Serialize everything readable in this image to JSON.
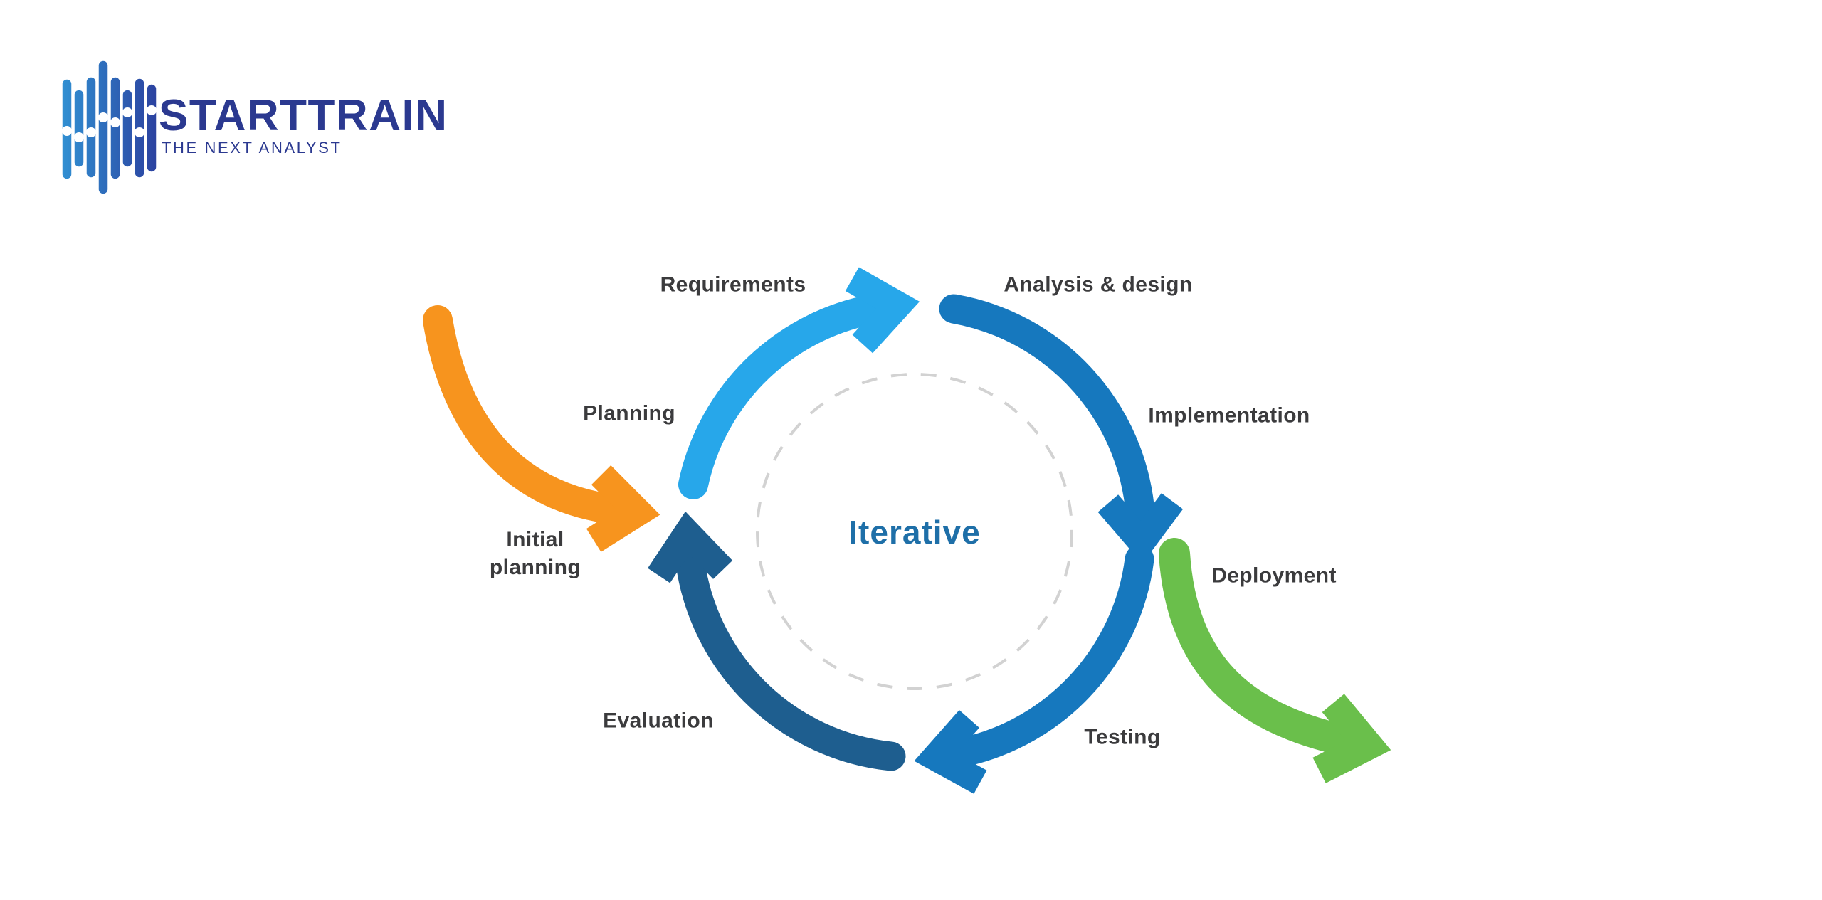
{
  "logo": {
    "brand": "STARTTRAIN",
    "tagline": "THE NEXT ANALYST"
  },
  "diagram": {
    "center_label": "Iterative",
    "stages": [
      {
        "label": "Requirements"
      },
      {
        "label": "Analysis & design"
      },
      {
        "label": "Implementation"
      },
      {
        "label": "Deployment"
      },
      {
        "label": "Testing"
      },
      {
        "label": "Evaluation"
      },
      {
        "label": "Planning"
      },
      {
        "label": "Initial planning"
      }
    ],
    "arrows": [
      {
        "name": "initial-planning-entry",
        "color": "#F7941E"
      },
      {
        "name": "planning-to-requirements",
        "color": "#27A7EA"
      },
      {
        "name": "analysis-design-to-implementation",
        "color": "#1678BE"
      },
      {
        "name": "implementation-to-testing",
        "color": "#1678BE"
      },
      {
        "name": "testing-to-evaluation",
        "color": "#1E5E8F"
      },
      {
        "name": "deployment-exit",
        "color": "#6ABF4B"
      }
    ]
  },
  "colors": {
    "background": "#FFFFFF",
    "light_blue": "#27A7EA",
    "blue": "#1678BE",
    "navy": "#1E5E8F",
    "orange": "#F7941E",
    "green": "#6ABF4B",
    "brand_navy": "#2B3990",
    "label_gray": "#3B3B3D",
    "center_blue": "#1E6FA8",
    "dashed_gray": "#D2D2D2",
    "logo_grad_start": "#3191D3",
    "logo_grad_end": "#2B3F9E"
  }
}
